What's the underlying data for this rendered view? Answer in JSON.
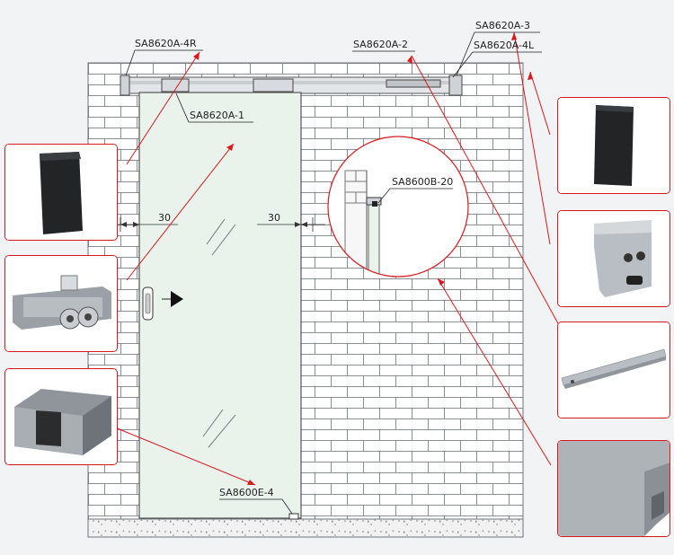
{
  "colors": {
    "background": "#f2f3f5",
    "callout_red": "#d8191e",
    "brick_line": "#8a8f96",
    "glass": "#e9f3ec",
    "aluminum": "#b9bec4",
    "dark_panel": "#222426"
  },
  "parts": {
    "end_cap_right": "SA8620A-4R",
    "carriage": "SA8620A-1",
    "track": "SA8620A-2",
    "end_cap_3": "SA8620A-3",
    "end_cap_left": "SA8620A-4L",
    "wall_bracket": "SA8600B-20",
    "floor_guide": "SA8600E-4"
  },
  "dimensions": {
    "left_gap": "30",
    "right_gap": "30"
  },
  "photos": [
    {
      "icon": "black-end-cap-icon"
    },
    {
      "icon": "roller-carriage-icon"
    },
    {
      "icon": "floor-guide-icon"
    },
    {
      "icon": "black-end-cap-icon"
    },
    {
      "icon": "mounting-bracket-icon"
    },
    {
      "icon": "track-rail-icon"
    },
    {
      "icon": "aluminum-profile-icon"
    }
  ]
}
